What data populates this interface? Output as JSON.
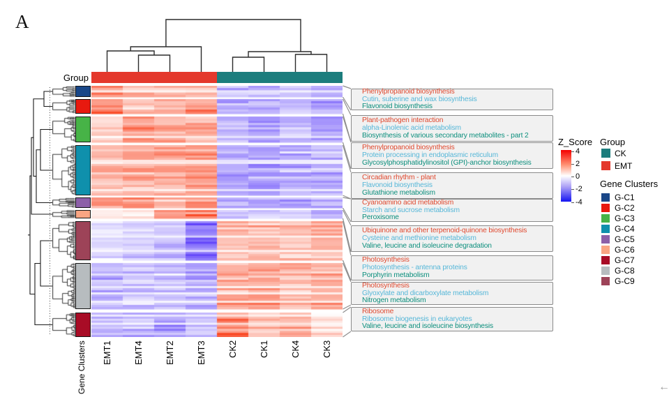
{
  "panel_label": "A",
  "axis_labels": {
    "group": "Group",
    "gene_clusters": "Gene Clusters"
  },
  "corner_glyph": "←",
  "legend": {
    "zscore": {
      "title": "Z_Score",
      "ticks": [
        "4",
        "2",
        "0",
        "-2",
        "-4"
      ]
    },
    "group": {
      "title": "Group",
      "items": [
        {
          "label": "CK",
          "color": "#1c7d7d"
        },
        {
          "label": "EMT",
          "color": "#e4382c"
        }
      ]
    },
    "clusters": {
      "title": "Gene Clusters",
      "items": [
        {
          "label": "G-C1",
          "color": "#1a4788"
        },
        {
          "label": "G-C2",
          "color": "#e8190f"
        },
        {
          "label": "G-C3",
          "color": "#47b347"
        },
        {
          "label": "G-C4",
          "color": "#0f90ac"
        },
        {
          "label": "G-C5",
          "color": "#8c5fa8"
        },
        {
          "label": "G-C6",
          "color": "#f9a583"
        },
        {
          "label": "G-C7",
          "color": "#a80c26"
        },
        {
          "label": "G-C8",
          "color": "#b7bcbf"
        },
        {
          "label": "G-C9",
          "color": "#9d4358"
        }
      ]
    }
  },
  "annotation_colors": [
    "#e0492f",
    "#56b7d8",
    "#0c8f7d"
  ],
  "chart_data": {
    "type": "heatmap",
    "value_label": "Z_Score",
    "value_range": [
      -4,
      4
    ],
    "columns": [
      "EMT1",
      "EMT4",
      "EMT2",
      "EMT3",
      "CK2",
      "CK1",
      "CK4",
      "CK3"
    ],
    "column_groups": {
      "EMT": [
        "EMT1",
        "EMT4",
        "EMT2",
        "EMT3"
      ],
      "CK": [
        "CK2",
        "CK1",
        "CK4",
        "CK3"
      ]
    },
    "group_colors": {
      "EMT": "#e4382c",
      "CK": "#1c7d7d"
    },
    "blocks": [
      {
        "cluster": "G-C1",
        "color": "#1a4788",
        "mean_z": [
          1.5,
          1.1,
          1.3,
          1.0,
          -1.0,
          -1.2,
          -0.8,
          -1.1
        ],
        "pathways": [
          "Phenylpropanoid biosynthesis",
          "Cutin, suberine and wax biosynthesis",
          "Flavonoid biosynthesis"
        ]
      },
      {
        "cluster": "G-C2",
        "color": "#e8190f",
        "mean_z": [
          2.0,
          0.8,
          1.1,
          1.6,
          -1.1,
          -1.0,
          -1.0,
          -1.2
        ],
        "pathways": [
          "Plant-pathogen interaction",
          "alpha-Linolenic acid metabolism",
          "Biosynthesis of various secondary metabolites - part 2"
        ]
      },
      {
        "cluster": "G-C3",
        "color": "#47b347",
        "mean_z": [
          0.7,
          1.6,
          1.3,
          1.4,
          -0.9,
          -1.3,
          -0.9,
          -1.3
        ],
        "pathways": [
          "Phenylpropanoid biosynthesis",
          "Protein processing in endoplasmic reticulum",
          "Glycosylphosphatidylinositol (GPI)-anchor biosynthesis"
        ]
      },
      {
        "cluster": "G-C4",
        "color": "#0f90ac",
        "mean_z": [
          1.0,
          1.2,
          1.3,
          1.5,
          -1.2,
          -1.3,
          -1.1,
          -1.0
        ],
        "pathways": [
          "Circadian rhythm - plant",
          "Flavonoid biosynthesis",
          "Glutathione metabolism"
        ]
      },
      {
        "cluster": "G-C5",
        "color": "#8c5fa8",
        "mean_z": [
          1.6,
          1.6,
          0.9,
          1.8,
          -0.9,
          -1.0,
          -1.1,
          -1.0
        ],
        "pathways": [
          "Cyanoamino acid metabolism",
          "Starch and sucrose metabolism",
          "Peroxisome"
        ]
      },
      {
        "cluster": "G-C6",
        "color": "#f9a583",
        "mean_z": [
          0.5,
          0.4,
          1.7,
          2.1,
          -0.7,
          -0.5,
          -0.4,
          -0.8
        ],
        "pathways": [
          "Ubiquinone and other terpenoid-quinone biosynthesis",
          "Cysteine and methionine metabolism",
          "Valine, leucine and isoleucine degradation"
        ]
      },
      {
        "cluster": "G-C9",
        "color": "#9d4358",
        "mean_z": [
          -0.5,
          -0.7,
          -0.9,
          -2.0,
          0.9,
          1.0,
          0.8,
          1.1
        ],
        "pathways": [
          "Photosynthesis",
          "Photosynthesis - antenna proteins",
          "Porphyrin metabolism"
        ]
      },
      {
        "cluster": "G-C8",
        "color": "#b7bcbf",
        "mean_z": [
          -1.0,
          -0.9,
          -0.8,
          -1.2,
          1.2,
          1.3,
          1.0,
          1.2
        ],
        "pathways": [
          "Photosynthesis",
          "Glyoxylate and dicarboxylate metabolism",
          "Nitrogen metabolism"
        ]
      },
      {
        "cluster": "G-C7",
        "color": "#a80c26",
        "mean_z": [
          -0.9,
          -1.0,
          -1.3,
          -0.8,
          2.0,
          1.0,
          1.2,
          0.4
        ],
        "pathways": [
          "Ribosome",
          "Ribosome biogenesis in eukaryotes",
          "Valine, leucine and isoleucine biosynthesis"
        ]
      }
    ]
  }
}
